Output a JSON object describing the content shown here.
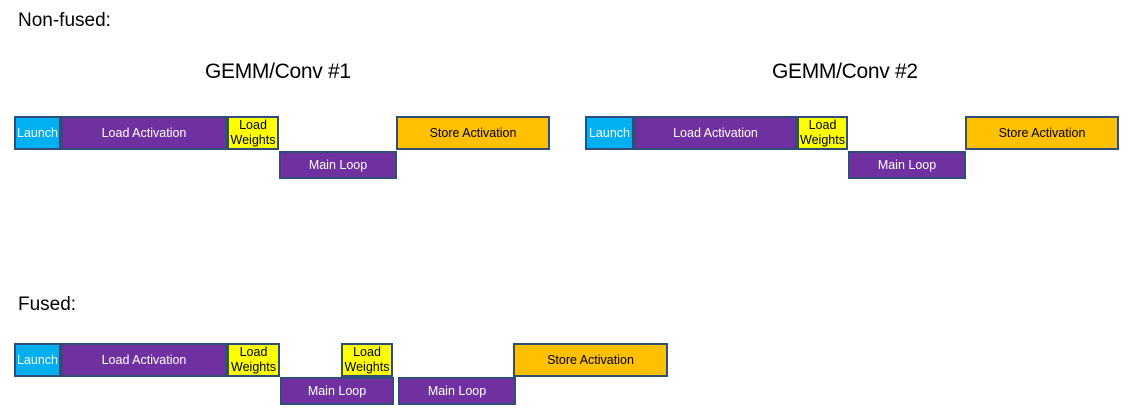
{
  "diagram_title_semantics": "GPU kernel fusion timeline comparison",
  "colors": {
    "launch_fill": "#00B0F0",
    "load_activation_fill": "#7030A0",
    "load_weights_fill": "#FFFF00",
    "main_loop_fill": "#7030A0",
    "store_activation_fill": "#FFC000",
    "box_border": "#2F4E7C",
    "text_on_dark": "#FFFFFF",
    "text_on_light": "#000000",
    "background": "#FFFFFF"
  },
  "non_fused": {
    "section_label": "Non-fused:",
    "kernel1": {
      "title": "GEMM/Conv #1",
      "launch": "Launch",
      "load_activation": "Load Activation",
      "load_weights": "Load Weights",
      "main_loop": "Main Loop",
      "store_activation": "Store Activation"
    },
    "kernel2": {
      "title": "GEMM/Conv #2",
      "launch": "Launch",
      "load_activation": "Load Activation",
      "load_weights": "Load Weights",
      "main_loop": "Main Loop",
      "store_activation": "Store Activation"
    }
  },
  "fused": {
    "section_label": "Fused:",
    "launch": "Launch",
    "load_activation": "Load Activation",
    "load_weights_1": "Load Weights",
    "main_loop_1": "Main Loop",
    "load_weights_2": "Load Weights",
    "main_loop_2": "Main Loop",
    "store_activation": "Store Activation"
  }
}
